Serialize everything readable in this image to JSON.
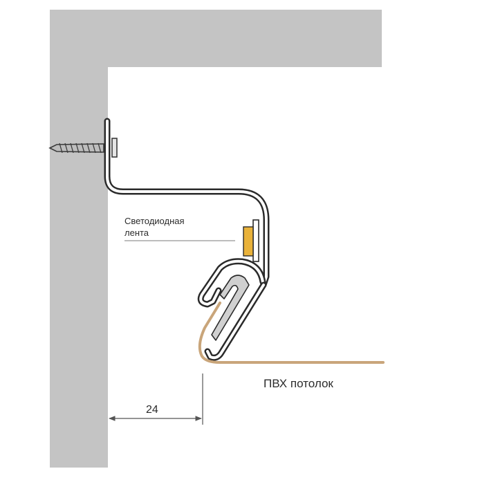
{
  "labels": {
    "led_strip_line1": "Светодиодная",
    "led_strip_line2": "лента",
    "pvc_ceiling": "ПВХ потолок",
    "gap_dimension": "24"
  },
  "colors": {
    "wall": "#c4c4c4",
    "profile_stroke": "#2a2a2a",
    "profile_fill": "#ffffff",
    "insert_fill": "#d0d0d0",
    "led_strip": "#e9b23a",
    "pvc_film": "#c9a57a",
    "screw": "#9a9a9a",
    "dimension_line": "#555555"
  }
}
